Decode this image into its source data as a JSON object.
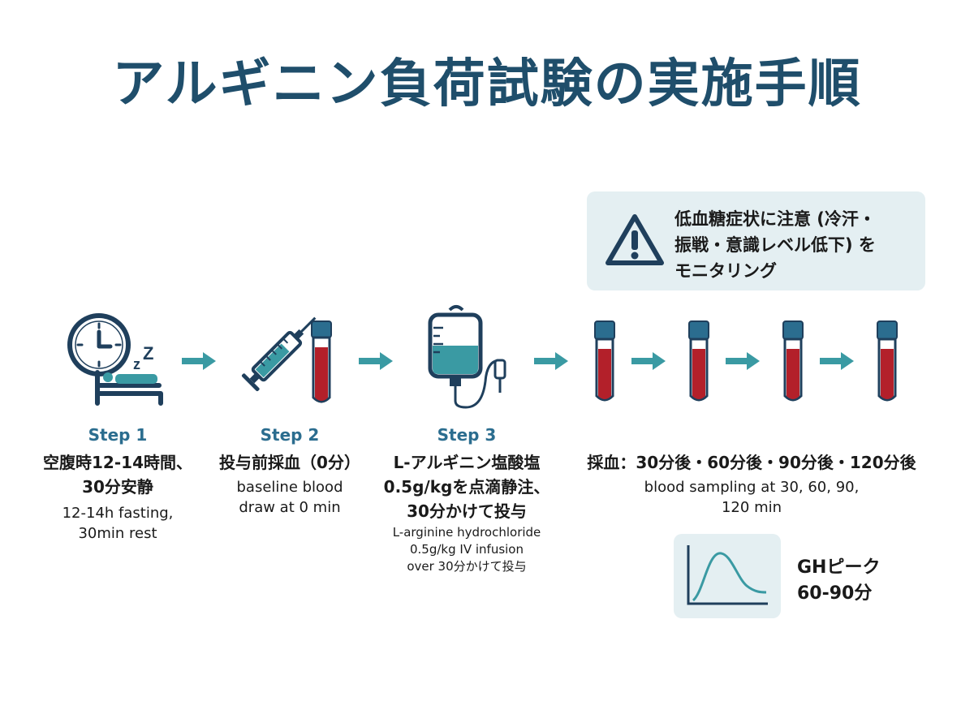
{
  "title": "アルギニン負荷試験の実施手順",
  "warning": {
    "line1": "低血糖症状に注意 (冷汗・",
    "line2": "振戦・意識レベル低下) を",
    "line3": "モニタリング",
    "icon": "warning-triangle-icon"
  },
  "steps": [
    {
      "title": "Step 1",
      "jp": [
        "空腹時12-14時間、",
        "30分安静"
      ],
      "en": [
        "12-14h fasting,",
        "30min rest"
      ],
      "icon": "clock-bed-icon"
    },
    {
      "title": "Step 2",
      "jp": [
        "投与前採血（0分）"
      ],
      "en": [
        "baseline blood",
        "draw at 0 min"
      ],
      "icon": "syringe-tube-icon"
    },
    {
      "title": "Step 3",
      "jp": [
        "L-アルギニン塩酸塩",
        "0.5g/kgを点滴静注、",
        "30分かけて投与"
      ],
      "en": [
        "L-arginine hydrochloride",
        "0.5g/kg IV infusion",
        "over 30分かけて投与"
      ],
      "icon": "iv-bag-icon"
    }
  ],
  "sampling": {
    "jp": "採血：30分後・60分後・90分後・120分後",
    "en": [
      "blood sampling at 30, 60, 90,",
      "120 min"
    ],
    "icon": "blood-tube-icon"
  },
  "gh_peak": {
    "line1": "GHピーク",
    "line2": "60-90分",
    "icon": "peak-curve-icon"
  },
  "colors": {
    "title": "#1f4e6b",
    "navy": "#1f3f5c",
    "teal": "#3a9aa3",
    "blood": "#b3202a",
    "step_title": "#2b6d8f",
    "box_bg": "#e4eff2"
  }
}
